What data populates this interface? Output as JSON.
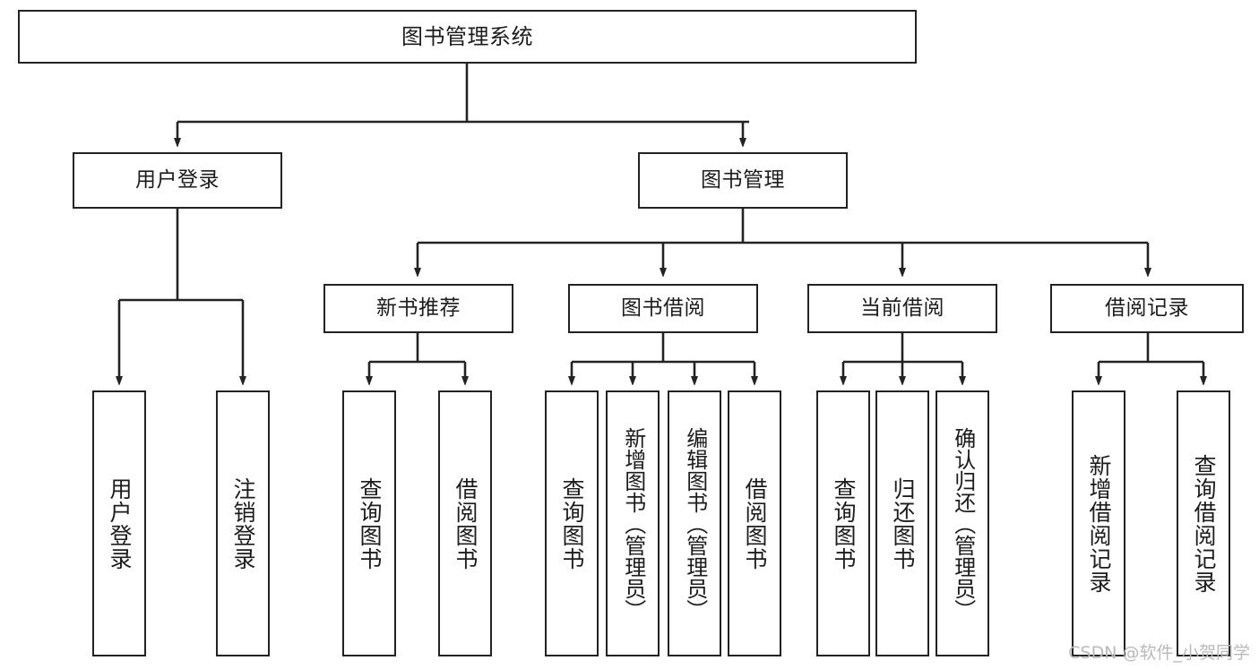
{
  "diagram": {
    "title": "图书管理系统",
    "watermark": "CSDN @软件_小贺同学",
    "stroke_color": "#232323",
    "background_color": "#ffffff",
    "nodes": [
      {
        "id": "root",
        "label": "图书管理系统"
      },
      {
        "id": "user-login",
        "label": "用户登录"
      },
      {
        "id": "book-manage",
        "label": "图书管理"
      },
      {
        "id": "new-book-rec",
        "label": "新书推荐"
      },
      {
        "id": "book-borrow",
        "label": "图书借阅"
      },
      {
        "id": "current-borrow",
        "label": "当前借阅"
      },
      {
        "id": "borrow-record",
        "label": "借阅记录"
      },
      {
        "id": "leaf-user-login",
        "label": "用户登录"
      },
      {
        "id": "leaf-logout",
        "label": "注销登录"
      },
      {
        "id": "leaf-query-book-1",
        "label": "查询图书"
      },
      {
        "id": "leaf-borrow-book-1",
        "label": "借阅图书"
      },
      {
        "id": "leaf-query-book-2",
        "label": "查询图书"
      },
      {
        "id": "leaf-add-book",
        "label": "新增图书（管理员）"
      },
      {
        "id": "leaf-edit-book",
        "label": "编辑图书（管理员）"
      },
      {
        "id": "leaf-borrow-book-2",
        "label": "借阅图书"
      },
      {
        "id": "leaf-query-book-3",
        "label": "查询图书"
      },
      {
        "id": "leaf-return-book",
        "label": "归还图书"
      },
      {
        "id": "leaf-confirm-return",
        "label": "确认归还（管理员）"
      },
      {
        "id": "leaf-add-record",
        "label": "新增借阅记录"
      },
      {
        "id": "leaf-query-record",
        "label": "查询借阅记录"
      }
    ]
  }
}
